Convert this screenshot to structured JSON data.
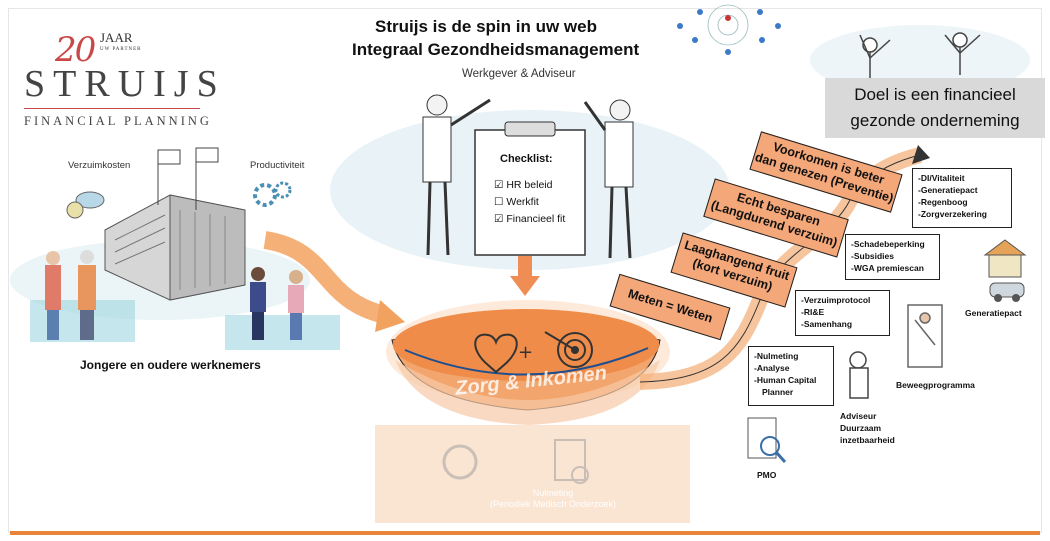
{
  "logo": {
    "anniversary_number": "20",
    "anniversary_word": "JAAR",
    "anniversary_small": "UW PARTNER",
    "name": "STRUIJS",
    "subtitle": "FINANCIAL PLANNING"
  },
  "header": {
    "title_line1": "Struijs is de spin in uw web",
    "title_line2": "Integraal Gezondheidsmanagement",
    "werkgever": "Werkgever & Adviseur"
  },
  "goal": {
    "line1": "Doel is een financieel",
    "line2": "gezonde onderneming"
  },
  "left": {
    "verzuimkosten": "Verzuimkosten",
    "productiviteit": "Productiviteit",
    "workers": "Jongere en oudere werknemers"
  },
  "checklist": {
    "title": "Checklist:",
    "items": [
      "HR beleid",
      "Werkfit",
      "Financieel fit"
    ]
  },
  "bowl": {
    "label": "Zorg & Inkomen"
  },
  "bottom": {
    "line1": "Nulmeting",
    "line2": "(Periodiek Medisch Onderzoek)"
  },
  "steps": [
    {
      "line1": "Voorkomen is beter",
      "line2": "dan genezen (Preventie)"
    },
    {
      "line1": "Echt besparen",
      "line2": "(Langdurend verzuim)"
    },
    {
      "line1": "Laaghangend fruit",
      "line2": "(kort verzuim)"
    },
    {
      "line1": "Meten = Weten",
      "line2": ""
    }
  ],
  "boxes": {
    "di": [
      "-DI/Vitaliteit",
      "-Generatiepact",
      "-Regenboog",
      "-Zorgverzekering"
    ],
    "schade": [
      "-Schadebeperking",
      "-Subsidies",
      "-WGA premiescan"
    ],
    "verzuim": [
      "-Verzuimprotocol",
      "-RI&E",
      "-Samenhang"
    ],
    "nulmeting": [
      "-Nulmeting",
      "-Analyse",
      "-Human Capital",
      "  Planner"
    ]
  },
  "icons": {
    "generatiepact": "Generatiepact",
    "beweeg": "Beweegprogramma",
    "adviseur": [
      "Adviseur",
      "Duurzaam",
      "inzetbaarheid"
    ],
    "pmo": "PMO"
  },
  "colors": {
    "orange": "#e8833a",
    "tag": "#f4a779",
    "logo_red": "#c9494a"
  }
}
